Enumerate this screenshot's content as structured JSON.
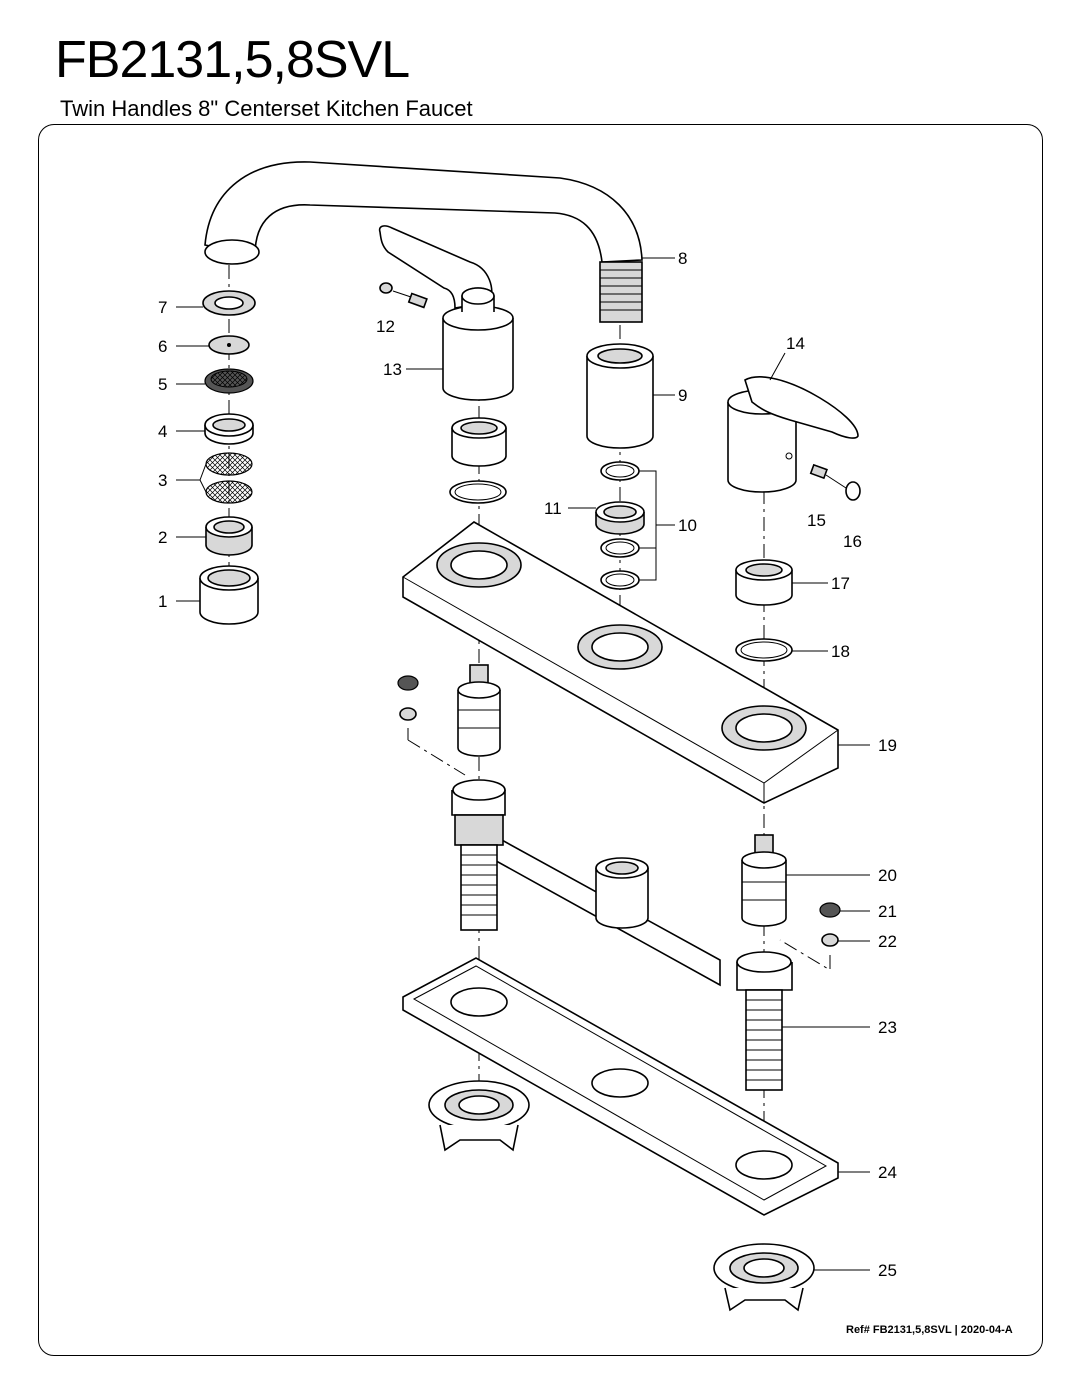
{
  "header": {
    "title": "FB2131,5,8SVL",
    "subtitle": "Twin Handles 8\" Centerset Kitchen Faucet"
  },
  "footer": {
    "reference": "Ref# FB2131,5,8SVL | 2020-04-A"
  },
  "part_labels": [
    "1",
    "2",
    "3",
    "4",
    "5",
    "6",
    "7",
    "8",
    "9",
    "10",
    "11",
    "12",
    "13",
    "14",
    "15",
    "16",
    "17",
    "18",
    "19",
    "20",
    "21",
    "22",
    "23",
    "24",
    "25"
  ]
}
